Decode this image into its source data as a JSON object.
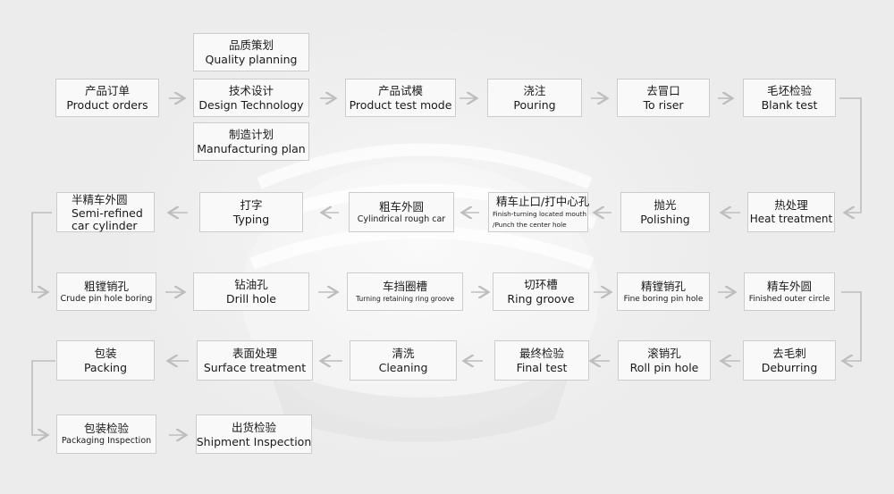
{
  "colors": {
    "background": "#ececec",
    "box_fill": "#f9f9f9",
    "box_border": "#cccccc",
    "arrow": "#bdbdbd",
    "text": "#1a1a1a"
  },
  "steps": {
    "quality_planning": {
      "zh": "品质策划",
      "en": "Quality planning"
    },
    "product_orders": {
      "zh": "产品订单",
      "en": "Product orders"
    },
    "design_technology": {
      "zh": "技术设计",
      "en": "Design Technology"
    },
    "manufacturing_plan": {
      "zh": "制造计划",
      "en": "Manufacturing plan"
    },
    "product_test_mode": {
      "zh": "产品试模",
      "en": "Product test mode"
    },
    "pouring": {
      "zh": "浇注",
      "en": "Pouring"
    },
    "to_riser": {
      "zh": "去冒口",
      "en": "To riser"
    },
    "blank_test": {
      "zh": "毛坯检验",
      "en": "Blank test"
    },
    "semi_refined": {
      "zh": "半精车外圆",
      "en1": "Semi-refined",
      "en2": "car cylinder"
    },
    "typing": {
      "zh": "打字",
      "en": "Typing"
    },
    "cylindrical_rough": {
      "zh": "粗车外圆",
      "en": "Cylindrical rough car"
    },
    "finish_turning": {
      "zh": "精车止口/打中心孔",
      "en1": "Finish-turning located mouth",
      "en2": "/Punch the center hole"
    },
    "polishing": {
      "zh": "抛光",
      "en": "Polishing"
    },
    "heat_treatment": {
      "zh": "热处理",
      "en": "Heat treatment"
    },
    "crude_pin_boring": {
      "zh": "粗镗销孔",
      "en": "Crude pin hole boring"
    },
    "drill_hole": {
      "zh": "钻油孔",
      "en": "Drill hole"
    },
    "turning_retaining": {
      "zh": "车挡圈槽",
      "en": "Turning retaining ring groove"
    },
    "ring_groove": {
      "zh": "切环槽",
      "en": "Ring groove"
    },
    "fine_boring": {
      "zh": "精镗销孔",
      "en": "Fine boring pin hole"
    },
    "finished_outer": {
      "zh": "精车外圆",
      "en": "Finished outer circle"
    },
    "packing": {
      "zh": "包装",
      "en": "Packing"
    },
    "surface_treatment": {
      "zh": "表面处理",
      "en": "Surface treatment"
    },
    "cleaning": {
      "zh": "清洗",
      "en": "Cleaning"
    },
    "final_test": {
      "zh": "最终检验",
      "en": "Final test"
    },
    "roll_pin_hole": {
      "zh": "滚销孔",
      "en": "Roll pin hole"
    },
    "deburring": {
      "zh": "去毛刺",
      "en": "Deburring"
    },
    "packaging_inspection": {
      "zh": "包装检验",
      "en": "Packaging Inspection"
    },
    "shipment_inspection": {
      "zh": "出货检验",
      "en": "Shipment Inspection"
    }
  }
}
